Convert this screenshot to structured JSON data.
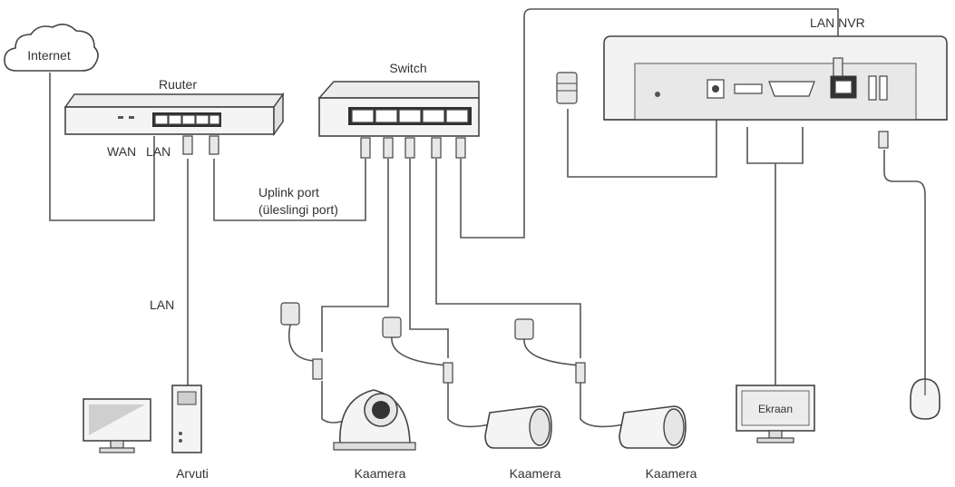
{
  "labels": {
    "internet": "Internet",
    "router": "Ruuter",
    "wan": "WAN",
    "lan_router": "LAN",
    "switch": "Switch",
    "uplink_line1": "Uplink port",
    "uplink_line2": "(üleslingi port)",
    "lan_nvr": "LAN NVR",
    "lan_pc": "LAN",
    "computer": "Arvuti",
    "camera_1": "Kaamera",
    "camera_2": "Kaamera",
    "camera_3": "Kaamera",
    "monitor": "Ekraan"
  },
  "icons": {
    "cloud": "cloud-icon",
    "router": "router-icon",
    "switch": "switch-icon",
    "nvr": "nvr-icon",
    "computer": "computer-icon",
    "dome_camera": "dome-camera-icon",
    "bullet_camera": "bullet-camera-icon",
    "monitor": "monitor-icon",
    "mouse": "mouse-icon",
    "power_adapter": "power-adapter-icon"
  },
  "colors": {
    "line": "#555555",
    "device_fill": "#f4f4f4",
    "text": "#333333"
  }
}
